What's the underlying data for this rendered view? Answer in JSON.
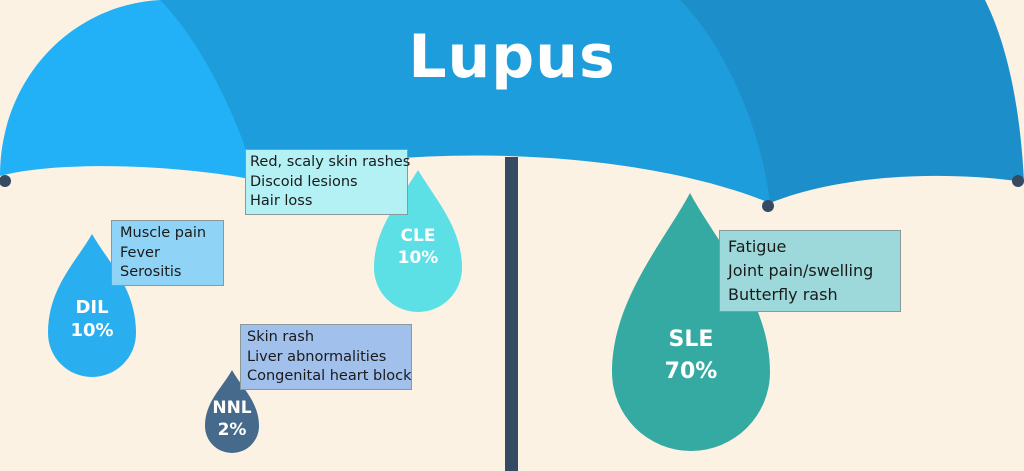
{
  "title": "Lupus",
  "types": [
    {
      "key": "dil",
      "abbr": "DIL",
      "percent": "10%",
      "color": "#29aff0",
      "symptoms": [
        "Muscle pain",
        "Fever",
        "Serositis"
      ],
      "box_color": "#8fd4f7"
    },
    {
      "key": "cle",
      "abbr": "CLE",
      "percent": "10%",
      "color": "#5ddfe6",
      "symptoms": [
        "Red, scaly skin rashes",
        "Discoid lesions",
        "Hair loss"
      ],
      "box_color": "#b4f1f4"
    },
    {
      "key": "nnl",
      "abbr": "NNL",
      "percent": "2%",
      "color": "#456a8c",
      "symptoms": [
        "Skin rash",
        "Liver abnormalities",
        "Congenital heart block"
      ],
      "box_color": "#a2c0ec"
    },
    {
      "key": "sle",
      "abbr": "SLE",
      "percent": "70%",
      "color": "#35aaa2",
      "symptoms": [
        "Fatigue",
        "Joint pain/swelling",
        "Butterfly rash"
      ],
      "box_color": "#9dd9da"
    }
  ],
  "colors": {
    "background": "#fbf2e3",
    "umbrella_left": "#22b1f7",
    "umbrella_mid": "#1d9ddb",
    "umbrella_right": "#1c8fcb",
    "handle": "#374a63"
  }
}
